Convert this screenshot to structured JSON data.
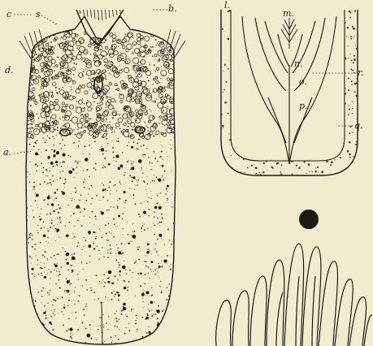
{
  "figure": {
    "palette": {
      "paper": "#f3ebd0",
      "ink": "#1c1a14",
      "stipple": "#3a3528"
    },
    "fig_tongue": {
      "labels": {
        "a": "a.",
        "b": "b.",
        "c": "c",
        "d": "d.",
        "s": "s"
      }
    },
    "fig_section": {
      "labels": {
        "l": "l.",
        "m": "m.",
        "n": "n.",
        "o": "o.",
        "p": "p.",
        "q": "q.",
        "r": "r."
      }
    },
    "fig_dot": {},
    "fig_papillae": {}
  }
}
